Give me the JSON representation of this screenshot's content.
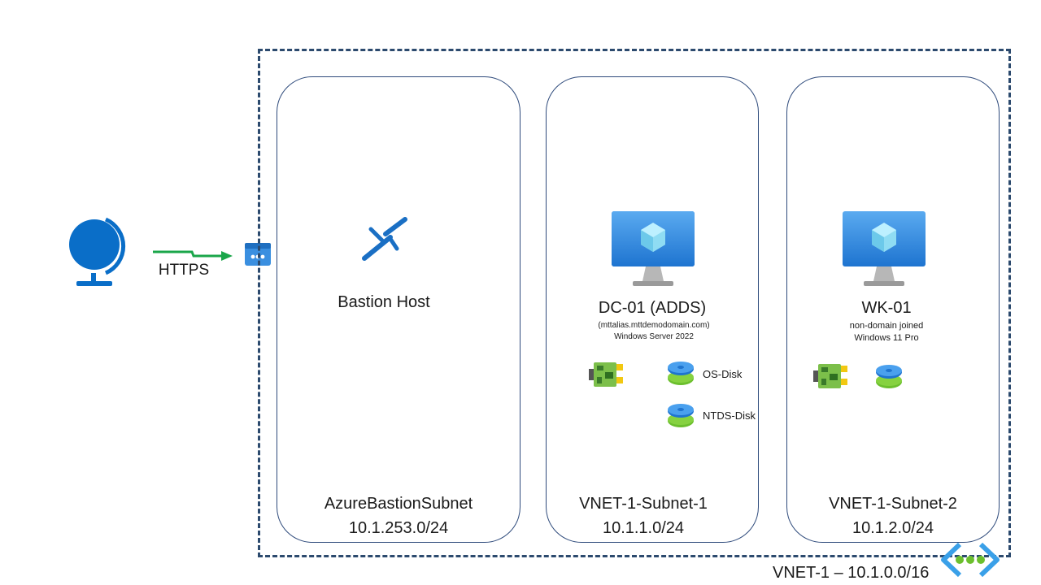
{
  "protocol_label": "HTTPS",
  "vnet": {
    "label": "VNET-1 – 10.1.0.0/16"
  },
  "subnets": [
    {
      "name": "AzureBastionSubnet",
      "cidr": "10.1.253.0/24",
      "host": "Bastion Host"
    },
    {
      "name": "VNET-1-Subnet-1",
      "cidr": "10.1.1.0/24",
      "vm_name": "DC-01 (ADDS)",
      "vm_detail": "(mttalias.mttdemodomain.com)",
      "vm_os": "Windows Server 2022",
      "disks": [
        "OS-Disk",
        "NTDS-Disk"
      ]
    },
    {
      "name": "VNET-1-Subnet-2",
      "cidr": "10.1.2.0/24",
      "vm_name": "WK-01",
      "vm_detail": "non-domain joined",
      "vm_os": "Windows 11 Pro"
    }
  ],
  "icons": [
    "globe-icon",
    "arrow-icon",
    "gateway-icon",
    "bastion-icon",
    "vm-monitor-icon",
    "nic-icon",
    "disk-icon",
    "vnet-icon"
  ],
  "colors": {
    "azure_blue": "#0078d4",
    "vm_blue": "#3a8fe0",
    "disk_green": "#6cbf2e",
    "nic_green": "#7cbf4a",
    "arrow_green": "#1aa64a",
    "border_navy": "#2c4a6e"
  }
}
